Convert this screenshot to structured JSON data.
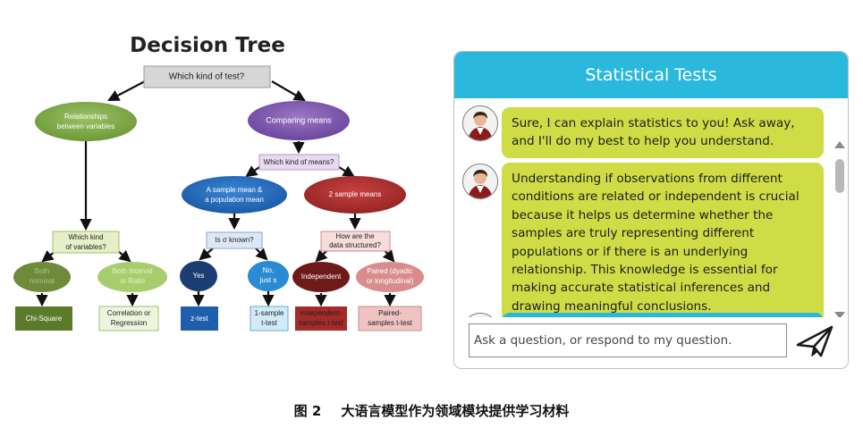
{
  "decision_tree": {
    "title": "Decision Tree",
    "root": "Which kind of test?",
    "relationships": [
      "Relationships",
      "between variables"
    ],
    "comparing_means": "Comparing means",
    "which_means": "Which kind of means?",
    "sample_pop": [
      "A sample mean &",
      "a population mean"
    ],
    "two_sample": "2 sample means",
    "which_vars": [
      "Which kind",
      "of variables?"
    ],
    "sigma_known": "Is σ known?",
    "data_structured": [
      "How are the",
      "data structured?"
    ],
    "both_nominal": [
      "Both",
      "nominal"
    ],
    "both_interval": [
      "Both Interval",
      "or Ratio"
    ],
    "yes": "Yes",
    "no": [
      "No,",
      "just s"
    ],
    "independent": "Independent",
    "paired": [
      "Paired (dyadic",
      "or longitudinal)"
    ],
    "chi_square": "Chi-Square",
    "correlation": [
      "Correlation or",
      "Regression"
    ],
    "z_test": "z-test",
    "one_sample": [
      "1-sample",
      "t-test"
    ],
    "independent_t": [
      "Independent-",
      "samples t-test"
    ],
    "paired_t": [
      "Paired-",
      "samples t-test"
    ]
  },
  "chat": {
    "title": "Statistical Tests",
    "messages": [
      {
        "text": "Sure, I can explain statistics to you! Ask away, and I'll do my best to help you understand."
      },
      {
        "text": "Understanding if observations from different conditions are related or independent is crucial because it helps us determine whether the samples are truly representing different populations or if there is an underlying relationship. This knowledge is essential for making accurate statistical inferences and drawing meaningful conclusions."
      }
    ],
    "input_placeholder": "Ask a question, or respond to my question.",
    "send_icon": "paper-plane-icon",
    "accent_color": "#2ab8dc",
    "bubble_color": "#cfdc46"
  },
  "caption": {
    "figure": "图 2",
    "text": "大语言模型作为领域模块提供学习材料"
  }
}
